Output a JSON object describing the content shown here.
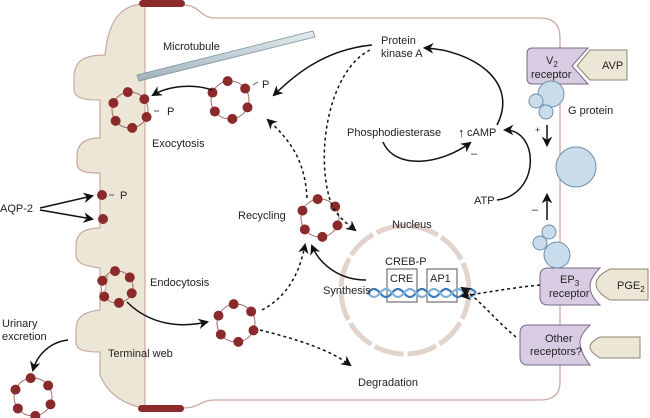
{
  "labels": {
    "microtubule": "Microtubule",
    "exocytosis": "Exocytosis",
    "aqp2": "AQP-2",
    "p": "P",
    "recycling": "Recycling",
    "endocytosis": "Endocytosis",
    "urinary_line1": "Urinary",
    "urinary_line2": "excretion",
    "terminal_web": "Terminal web",
    "degradation": "Degradation",
    "nucleus": "Nucleus",
    "creb_p": "CREB-P",
    "cre": "CRE",
    "ap1": "AP1",
    "synthesis": "Synthesis",
    "pka_line1": "Protein",
    "pka_line2": "kinase A",
    "phosphodiesterase": "Phosphodiesterase",
    "camp": "cAMP",
    "camp_arrow": "↑",
    "atp": "ATP",
    "g_protein": "G protein",
    "v2_line1": "V",
    "v2_sub": "2",
    "v2_line2": "receptor",
    "avp": "AVP",
    "ep3_line1": "EP",
    "ep3_sub": "3",
    "ep3_line2": "receptor",
    "pge2": "PGE",
    "pge2_sub": "2",
    "other_line1": "Other",
    "other_line2": "receptors?",
    "plus": "+",
    "minus": "–"
  },
  "colors": {
    "vesicle_dot": "#8b2a2a",
    "membrane": "#c9a9a0",
    "apical": "#ece6d6",
    "receptor": "#d8cce3",
    "ligand": "#ece6d6",
    "gprotein": "#c8dcec",
    "dna": "#3a7ab8"
  }
}
